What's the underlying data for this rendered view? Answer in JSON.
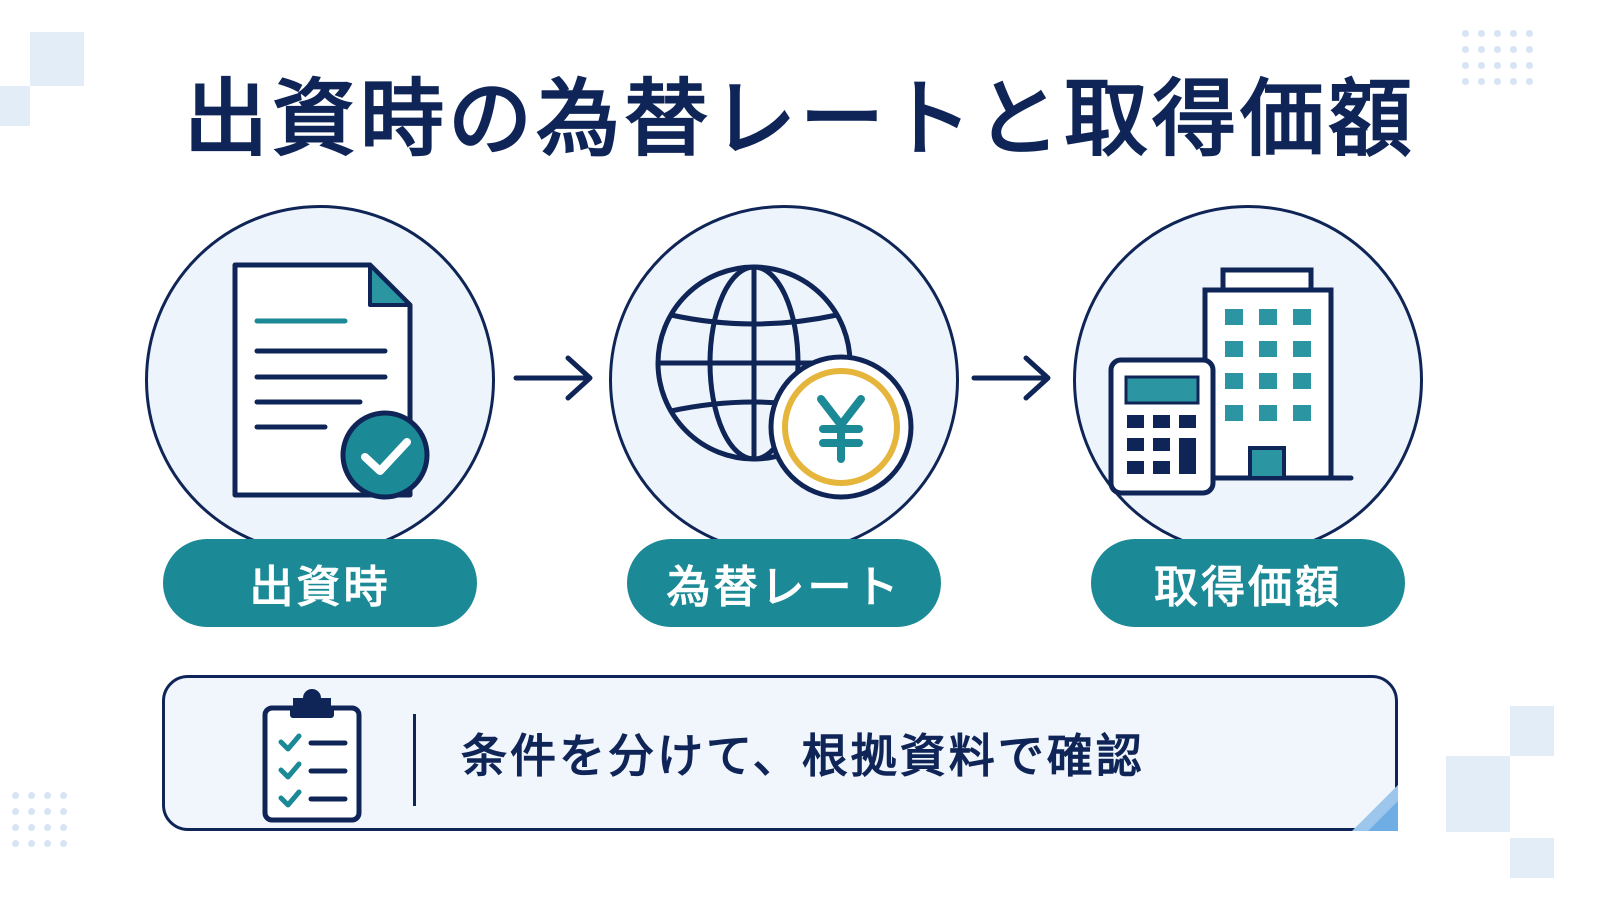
{
  "title": "出資時の為替レートと取得価額",
  "steps": [
    {
      "label": "出資時",
      "icon": "document-check-icon"
    },
    {
      "label": "為替レート",
      "icon": "globe-yen-icon"
    },
    {
      "label": "取得価額",
      "icon": "calculator-building-icon"
    }
  ],
  "note": {
    "text": "条件を分けて、根拠資料で確認",
    "icon": "clipboard-checklist-icon"
  },
  "colors": {
    "navy": "#0f2557",
    "teal": "#1b8a96",
    "gold": "#e5b53c",
    "light_bg": "#eef4fb"
  }
}
